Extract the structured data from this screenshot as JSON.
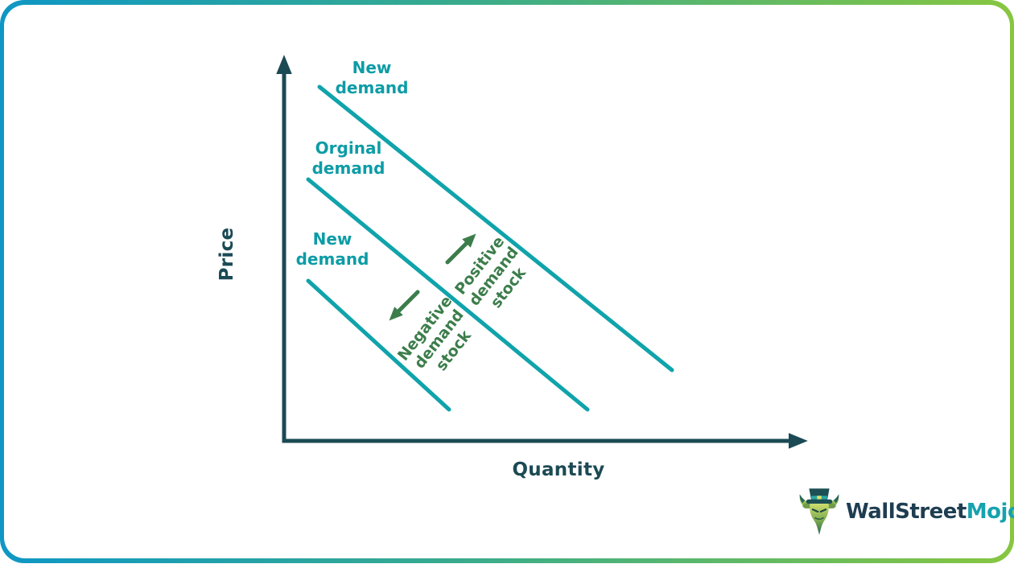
{
  "frame": {
    "background": "#ffffff",
    "border_gradient_left": "#0e97c5",
    "border_gradient_right": "#87c640"
  },
  "axes": {
    "y_label": "Price",
    "x_label": "Quantity",
    "color": "#1b4a54"
  },
  "curve_color": "#10a3ab",
  "curves": [
    {
      "label": "New\ndemand",
      "role": "shifted-right-demand-curve"
    },
    {
      "label": "Orginal\ndemand",
      "role": "original-demand-curve"
    },
    {
      "label": "New\ndemand",
      "role": "shifted-left-demand-curve"
    }
  ],
  "annotation_color": "#3c7d4b",
  "annotations": [
    {
      "label": "Positive\ndemand\nstock",
      "arrow_direction": "up-right"
    },
    {
      "label": "Negative\ndemand\nstock",
      "arrow_direction": "down-left"
    }
  ],
  "logo": {
    "brand_primary": "WallStreet",
    "brand_accent": "Mojo"
  }
}
